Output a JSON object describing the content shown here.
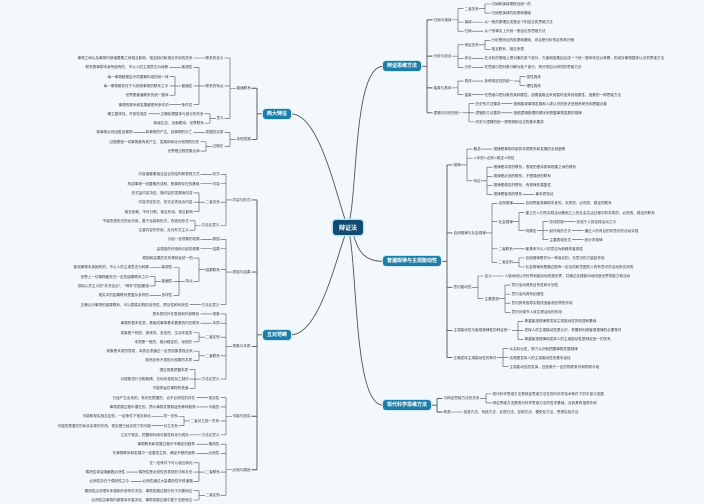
{
  "center": "辩证法",
  "colors": {
    "branch": "#1c7ea8",
    "center": "#124b70",
    "line": "#555555",
    "background": "#f2f8fb"
  },
  "mindmap": {
    "right": [
      {
        "label": "辩证思维方法",
        "children": [
          {
            "label": "归纳与演绎",
            "children": [
              {
                "label": "二者关系",
                "children": [
                  {
                    "label": "归纳和演绎是辩证统一的"
                  },
                  {
                    "label": "归纳是演绎的前提和基础"
                  }
                ]
              },
              {
                "label": "演绎",
                "children": [
                  {
                    "label": "从一般的原理出发推出个别结论的思维方法"
                  }
                ]
              },
              {
                "label": "归纳",
                "children": [
                  {
                    "label": "从个别事实上升到一般结论的思维方法"
                  }
                ]
              }
            ]
          },
          {
            "label": "分析与综合",
            "children": [
              {
                "label": "辩证关系",
                "children": [
                  {
                    "label": "分析是综合的前提和基础，综合是分析的目的和归宿"
                  },
                  {
                    "label": "相互联系，相互渗透"
                  }
                ]
              },
              {
                "label": "综合",
                "children": [
                  {
                    "label": "在分析的基础上把对象的各个部分、方面和因素结合成一个统一整体来加以考察，形成对事物整体认识的思维方法"
                  }
                ]
              },
              {
                "label": "分析",
                "children": [
                  {
                    "label": "在思维中把对象分解为各个部分，再分别加以研究的思维方法"
                  }
                ]
              }
            ]
          },
          {
            "label": "抽象与具体",
            "children": [
              {
                "label": "具体",
                "children": [
                  {
                    "label": "多种规定性的统一",
                    "children": [
                      {
                        "label": "感性具体"
                      },
                      {
                        "label": "理性具体"
                      }
                    ]
                  }
                ]
              },
              {
                "label": "抽象",
                "children": [
                  {
                    "label": "在思维中把对象的某种属性、因素抽取出来而暂时舍弃其他属性、因素的一种思维方法"
                  }
                ]
              }
            ]
          },
          {
            "label": "逻辑与历史的统一",
            "children": [
              {
                "label": "历史的方法要求",
                "children": [
                  {
                    "label": "按照客观事物发展和人类认识的历史进程来研究和把握对象"
                  }
                ]
              },
              {
                "label": "逻辑的方法要求",
                "children": [
                  {
                    "label": "按照逻辑推理的顺序来把握事物发展的规律"
                  }
                ]
              },
              {
                "label": "历史与逻辑的统一是唯物辩证法的基本要求"
              }
            ]
          }
        ]
      },
      {
        "label": "普遍规律与主观能动性",
        "children": [
          {
            "label": "规律",
            "children": [
              {
                "label": "概念",
                "children": [
                  {
                    "label": "规律是事物内部的本质联系和发展的必然趋势"
                  }
                ]
              },
              {
                "label": "<本质>必然<稳定>特性"
              },
              {
                "label": "特征",
                "children": [
                  {
                    "label": "规律是本质的联系，表现的是本质和现象之间的联系"
                  },
                  {
                    "label": "规律是必然的联系，不是偶然的联系"
                  },
                  {
                    "label": "规律是稳定的联系，有规律的重复性"
                  },
                  {
                    "label": "规律是客观的联系",
                    "children": [
                      {
                        "label": "最本质特征"
                      }
                    ]
                  }
                ]
              }
            ]
          },
          {
            "label": "自然规律与社会规律",
            "children": [
              {
                "label": "自然规律",
                "children": [
                  {
                    "label": "自然界客观事物本身的、本质的、必然的、稳定的联系"
                  }
                ]
              },
              {
                "label": "社会规律",
                "children": [
                  {
                    "label": "建立在人们的实践活动基础之上的社会生活过程中的本质的、必然的、稳定的联系"
                  },
                  {
                    "label": "特殊性",
                    "children": [
                      {
                        "label": "形成机制",
                        "children": [
                          {
                            "label": "形成于人的实践活动之中"
                          }
                        ]
                      },
                      {
                        "label": "起作用的方式",
                        "children": [
                          {
                            "label": "通过人的有目的有意识的活动实现"
                          }
                        ]
                      },
                      {
                        "label": "主要表现形式",
                        "children": [
                          {
                            "label": "统计学规律"
                          }
                        ]
                      }
                    ]
                  }
                ]
              },
              {
                "label": "二者联系",
                "children": [
                  {
                    "label": "都具有不以人的意志为转移的客观性"
                  }
                ]
              },
              {
                "label": "二者区别",
                "children": [
                  {
                    "label": "自然规律是作为一种盲目的、无意识的力量起作用"
                  },
                  {
                    "label": "社会规律则是通过抱有一定目的和意图的人的有意识的活动来实现的"
                  }
                ]
              }
            ]
          },
          {
            "label": "意识能动性",
            "children": [
              {
                "label": "含义",
                "children": [
                  {
                    "label": "人能动地认识世界和能动地改造世界，并通过实践能动地改造世界的能力和活动"
                  }
                ]
              },
              {
                "label": "主要表现",
                "children": [
                  {
                    "label": "意识活动具有目的性和计划性"
                  },
                  {
                    "label": "意识活动具有创造性"
                  },
                  {
                    "label": "意识具有指导实践改造客观世界的作用"
                  },
                  {
                    "label": "意识对调节人体生理活动的作用"
                  }
                ]
              }
            ]
          },
          {
            "label": "主观能动性与客观规律性的辩证统一",
            "children": [
              {
                "label": "尊重客观规律是发挥主观能动性的前提和基础"
              },
              {
                "label": "发挥人的主观能动性是认识、掌握和利用客观规律的必要条件"
              },
              {
                "label": "尊重客观规律和发挥人的主观能动性是辩证统一的关系"
              }
            ]
          },
          {
            "label": "正确发挥主观能动性的条件",
            "children": [
              {
                "label": "从实际出发，努力认识和把握事物发展规律"
              },
              {
                "label": "实践是发挥人的主观能动性的基本途径"
              },
              {
                "label": "主观能动性的发挥，还依赖于一定的物质条件和物质手段"
              }
            ]
          }
        ]
      },
      {
        "label": "现代科学思维方法",
        "children": [
          {
            "label": "与辩证思维方法的关系",
            "children": [
              {
                "label": "现代科学思维方法是辩证思维方法在现代科学技术条件下的丰富与发展"
              },
              {
                "label": "辩证思维方法是现代科学思维方法的哲学基础，对其具有指导作用"
              }
            ]
          },
          {
            "label": "种类",
            "children": [
              {
                "label": "信息方法、系统方法、反馈方法、控制方法、模型化方法、思想实验方法"
              }
            ]
          }
        ]
      }
    ],
    "left": [
      {
        "label": "两大特征",
        "children": [
          {
            "label": "普遍联系",
            "children": [
              {
                "label": "联系的含义",
                "children": [
                  {
                    "label": "事物之间以及事物内部诸要素之间相互影响、相互制约和相互作用的关系"
                  }
                ]
              },
              {
                "label": "联系的特点",
                "children": [
                  {
                    "label": "客观性",
                    "children": [
                      {
                        "label": "联系是事物本身所固有的，不以人的主观意志为转移"
                      }
                    ]
                  },
                  {
                    "label": "普遍性",
                    "children": [
                      {
                        "label": "每一事物都是由不同要素构成的统一体"
                      },
                      {
                        "label": "每一事物都存在于与其他事物的联系之中"
                      },
                      {
                        "label": "世界是普遍联系的统一整体"
                      }
                    ]
                  },
                  {
                    "label": "条件性",
                    "children": [
                      {
                        "label": "事物的联系和发展都是有条件的"
                      }
                    ]
                  }
                ]
              },
              {
                "label": "意义",
                "children": [
                  {
                    "label": "正确处理整体与部分的关系",
                    "children": [
                      {
                        "label": "确立整体性、开放性观念"
                      }
                    ]
                  },
                  {
                    "label": "和谐生态、全面看待、世界联系"
                  }
                ]
              }
            ]
          },
          {
            "label": "永恒发展",
            "children": [
              {
                "label": "发展的实质",
                "children": [
                  {
                    "label": "新事物的产生，旧事物的灭亡",
                    "children": [
                      {
                        "label": "新事物必然战胜旧事物"
                      }
                    ]
                  }
                ]
              },
              {
                "label": "过程论",
                "children": [
                  {
                    "label": "过程是指一切事物都有其产生、发展和转化为他物的历史"
                  },
                  {
                    "label": "世界是过程的集合体"
                  }
                ]
              }
            ]
          }
        ]
      },
      {
        "label": "五对范畴",
        "children": [
          {
            "label": "内容与形式",
            "children": [
              {
                "label": "形式",
                "children": [
                  {
                    "label": "内容诸要素相互结合的结构和表现方式"
                  }
                ]
              },
              {
                "label": "内容",
                "children": [
                  {
                    "label": "构成事物一切要素的总和，是事物存在的基础"
                  }
                ]
              },
              {
                "label": "二者关系",
                "children": [
                  {
                    "label": "形式由内容决定，随内容的发展而改变"
                  },
                  {
                    "label": "内容决定形式，形式必须适合内容"
                  },
                  {
                    "label": "相互依赖，不可分割，相互作用，相互影响"
                  }
                ]
              },
              {
                "label": "方法论意义",
                "children": [
                  {
                    "label": "不能忽视形式的反作用，善于运用新形式，改造旧形式"
                  },
                  {
                    "label": "注重内容的作用，反对形式主义"
                  }
                ]
              }
            ]
          },
          {
            "label": "原因与结果",
            "children": [
              {
                "label": "原因",
                "children": [
                  {
                    "label": "引起一定现象的现象"
                  }
                ]
              },
              {
                "label": "结果",
                "children": [
                  {
                    "label": "由原因的作用而引起的现象"
                  }
                ]
              },
              {
                "label": "因果联系",
                "children": [
                  {
                    "label": "原因和结果的关系是辩证统一的"
                  },
                  {
                    "label": "特点",
                    "children": [
                      {
                        "label": "客观性",
                        "children": [
                          {
                            "label": "客观事物本身固有的，不以人的主观意志为转移"
                          }
                        ]
                      },
                      {
                        "label": "普遍性",
                        "children": [
                          {
                            "label": "世界上一切事物都处在一定的因果联系之中"
                          },
                          {
                            "label": "排除心灵主义的\"非决定论\"、\"神学\"的因果观"
                          }
                        ]
                      },
                      {
                        "label": "多样性",
                        "children": [
                          {
                            "label": "现实中的因果联系是复杂多样的"
                          }
                        ]
                      }
                    ]
                  }
                ]
              },
              {
                "label": "方法论意义",
                "children": [
                  {
                    "label": "正确认识事物的因果联系，可以提高实践的自觉性、预见性和有效性"
                  }
                ]
              }
            ]
          },
          {
            "label": "现象与本质",
            "children": [
              {
                "label": "现象",
                "children": [
                  {
                    "label": "是本质的外在表现和外部联系"
                  }
                ]
              },
              {
                "label": "本质",
                "children": [
                  {
                    "label": "事物的根本性质，是组成事物基本要素的内在联系"
                  }
                ]
              },
              {
                "label": "二者区别",
                "children": [
                  {
                    "label": "现象是个别的、具体的、多变的、生动丰富的"
                  },
                  {
                    "label": "本质是一般的、相对稳定的、深刻的"
                  }
                ]
              },
              {
                "label": "二者联系",
                "children": [
                  {
                    "label": "现象是本质的表现，本质必须通过一定的现象表现出来"
                  },
                  {
                    "label": "既然没有不表现为现象的本质"
                  }
                ]
              },
              {
                "label": "方法论意义",
                "children": [
                  {
                    "label": "透过现象把握本质"
                  },
                  {
                    "label": "对现象进行去粗取精、去伪存真的加工制作"
                  },
                  {
                    "label": "不能停留在事物的表面"
                  }
                ]
              }
            ]
          },
          {
            "label": "可能与现实",
            "children": [
              {
                "label": "现实性",
                "children": [
                  {
                    "label": "已经产生出来的、有内在根据的、合乎必然性的存在"
                  }
                ]
              },
              {
                "label": "可能性",
                "children": [
                  {
                    "label": "事物发展过程中潜在的、预示事物发展前途的种种趋势"
                  }
                ]
              },
              {
                "label": "二者对立统一关系",
                "children": [
                  {
                    "label": "同一关系",
                    "children": [
                      {
                        "label": "可能和现实相互区别，一定条件下相互转化"
                      }
                    ]
                  },
                  {
                    "label": "对立关系",
                    "children": [
                      {
                        "label": "可能性是潜在的尚未实现的东西，现实是已经实现了的可能"
                      }
                    ]
                  }
                ]
              },
              {
                "label": "方法论意义",
                "children": [
                  {
                    "label": "立足于现实，把握和利用可能性转化为现实"
                  }
                ]
              }
            ]
          },
          {
            "label": "必然与偶然",
            "children": [
              {
                "label": "偶然性",
                "children": [
                  {
                    "label": "事物联系和发展过程中不确定的趋势"
                  }
                ]
              },
              {
                "label": "必然性",
                "children": [
                  {
                    "label": "在事物联系和发展中一定要发生的、确定不移的趋势"
                  }
                ]
              },
              {
                "label": "二者联系",
                "children": [
                  {
                    "label": "在一定条件下可以相互转化"
                  },
                  {
                    "label": "偶然性是必然性的表现形式和补充",
                    "children": [
                      {
                        "label": "偶然性背后隐藏着必然性"
                      }
                    ]
                  },
                  {
                    "label": "必然性通过大量偶然性开辟道路",
                    "children": [
                      {
                        "label": "必然性存在于偶然性之中"
                      }
                    ]
                  }
                ]
              },
              {
                "label": "二者区别",
                "children": [
                  {
                    "label": "偶然性由非根本矛盾和外部条件决定，事物发展过程中处于次要地位"
                  },
                  {
                    "label": "必然性由事物内部根本矛盾决定，事物发展过程中居于支配地位"
                  }
                ]
              }
            ]
          }
        ]
      }
    ]
  }
}
